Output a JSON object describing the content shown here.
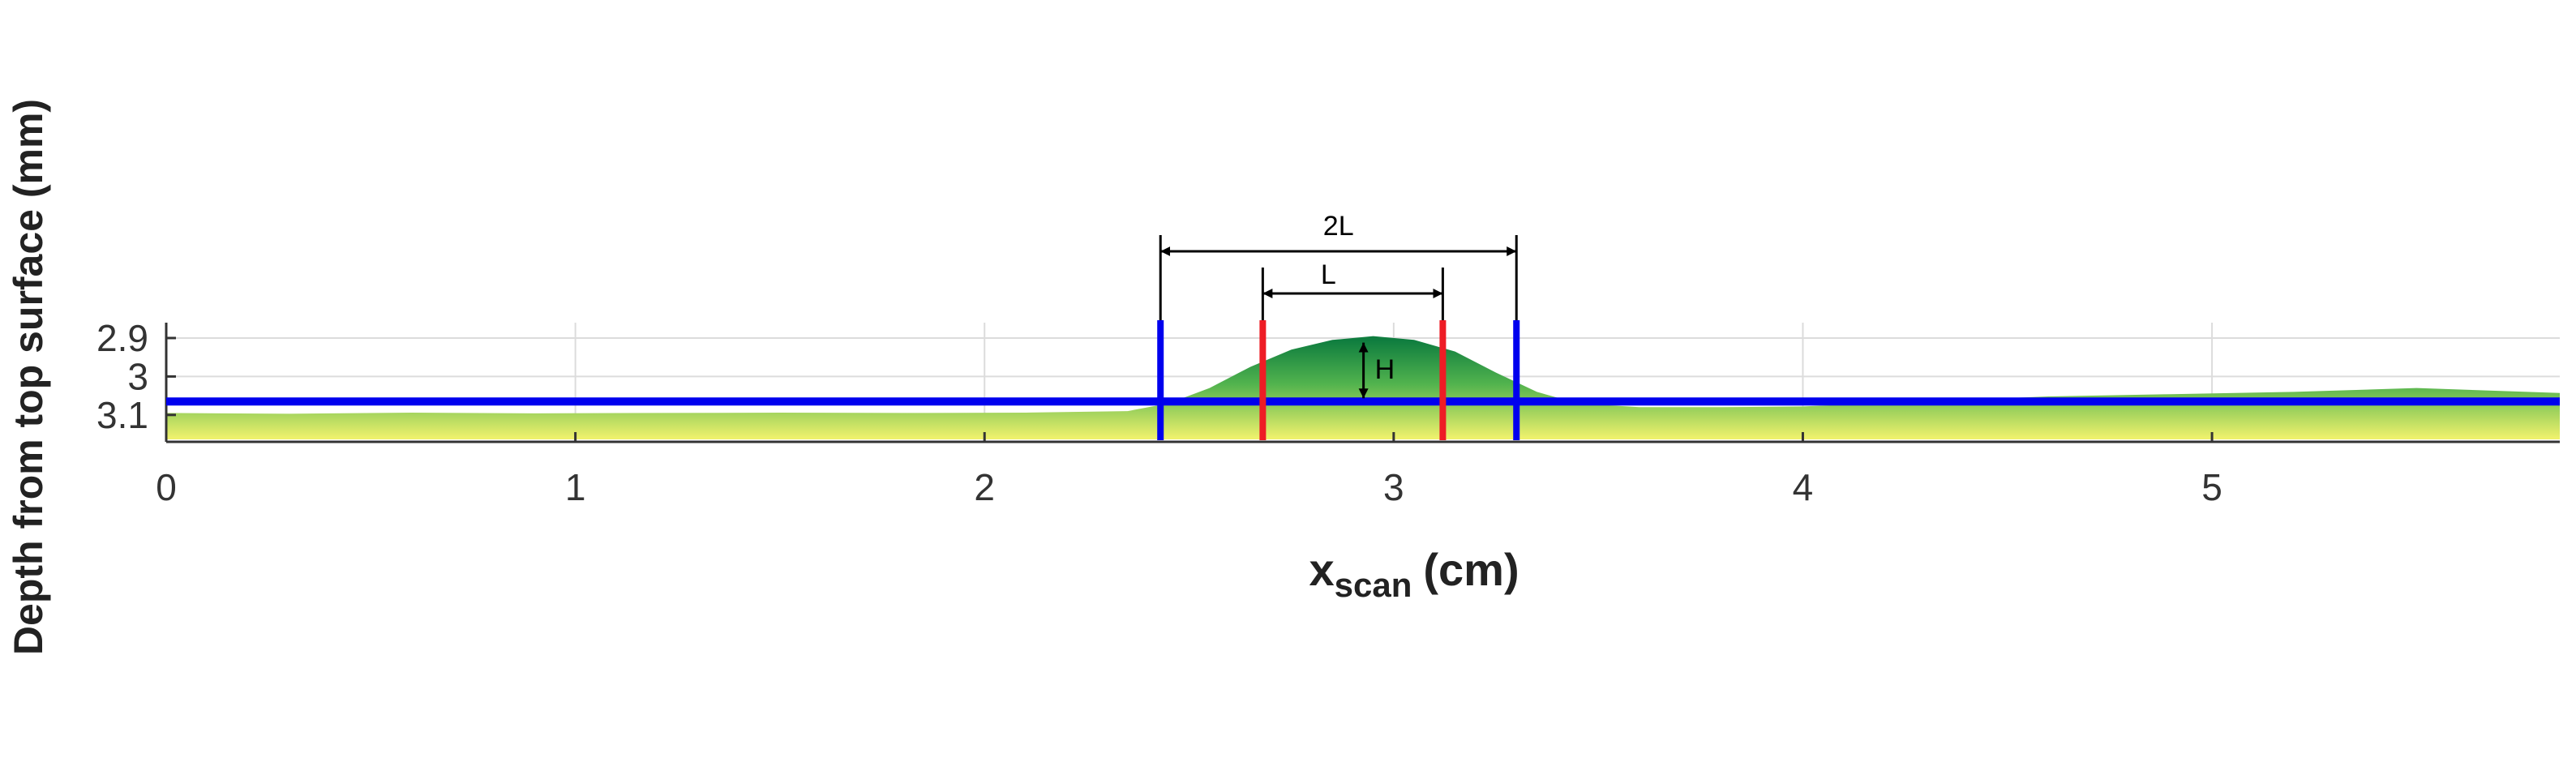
{
  "chart_data": {
    "type": "area",
    "title": "",
    "xlabel_main": "x",
    "xlabel_sub": "scan",
    "xlabel_unit": "(cm)",
    "ylabel": "Depth from top surface (mm)",
    "xlim": [
      0,
      5.85
    ],
    "ylim": [
      3.17,
      2.86
    ],
    "y_axis_reversed": true,
    "grid": true,
    "x_ticks": [
      "0",
      "1",
      "2",
      "3",
      "4",
      "5"
    ],
    "x_tick_values": [
      0,
      1,
      2,
      3,
      4,
      5
    ],
    "y_ticks": [
      "2.9",
      "3",
      "3.1"
    ],
    "y_tick_values": [
      2.9,
      3.0,
      3.1
    ],
    "series": [
      {
        "x": [
          0,
          0.3,
          0.6,
          0.9,
          1.2,
          1.5,
          1.8,
          2.1,
          2.35,
          2.45,
          2.55,
          2.65,
          2.75,
          2.85,
          2.95,
          3.05,
          3.15,
          3.25,
          3.35,
          3.45,
          3.6,
          3.8,
          4.0,
          4.3,
          4.6,
          4.9,
          5.2,
          5.5,
          5.85
        ],
        "y": [
          3.095,
          3.097,
          3.094,
          3.096,
          3.095,
          3.094,
          3.095,
          3.094,
          3.09,
          3.07,
          3.03,
          2.975,
          2.93,
          2.905,
          2.895,
          2.905,
          2.935,
          2.99,
          3.04,
          3.07,
          3.08,
          3.08,
          3.078,
          3.065,
          3.052,
          3.046,
          3.04,
          3.03,
          3.043
        ],
        "colors": [
          "#eef16c",
          "#0f7d3f"
        ]
      }
    ],
    "annotations": {
      "reference_depth": 3.065,
      "blue_markers_x": [
        2.43,
        3.3
      ],
      "red_markers_x": [
        2.68,
        3.12
      ],
      "two_l_label": "2L",
      "l_label": "L",
      "h_label": "H",
      "marker_colors": {
        "blue": "#0000ee",
        "red": "#ee1c25"
      }
    }
  }
}
